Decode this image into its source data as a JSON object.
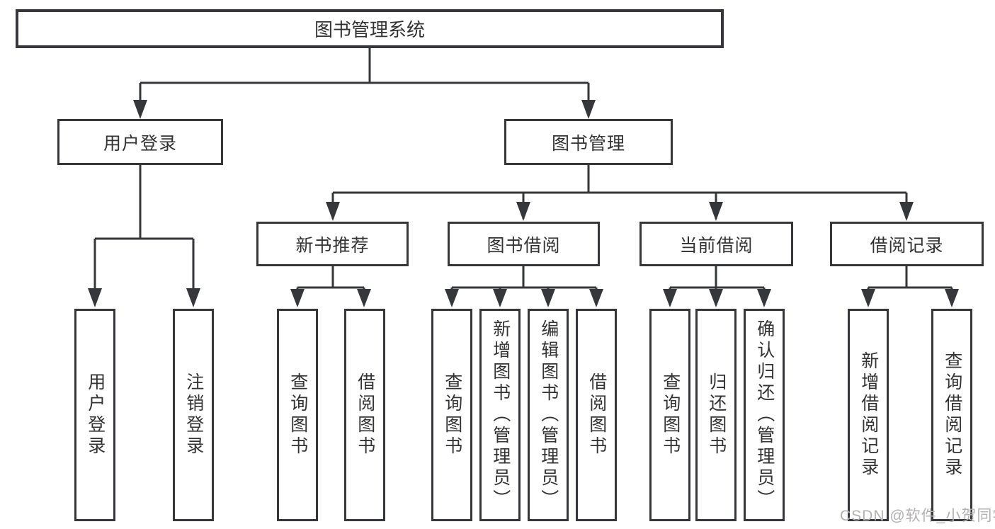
{
  "diagram": {
    "root": {
      "label": "图书管理系统"
    },
    "level2": [
      {
        "label": "用户登录"
      },
      {
        "label": "图书管理"
      }
    ],
    "level3": [
      {
        "label": "新书推荐"
      },
      {
        "label": "图书借阅"
      },
      {
        "label": "当前借阅"
      },
      {
        "label": "借阅记录"
      }
    ],
    "leaves": {
      "user_login": [
        {
          "label": "用户登录"
        },
        {
          "label": "注销登录"
        }
      ],
      "new_books": [
        {
          "label": "查询图书"
        },
        {
          "label": "借阅图书"
        }
      ],
      "book_borrow": [
        {
          "label": "查询图书"
        },
        {
          "label": "新增图书（管理员）"
        },
        {
          "label": "编辑图书（管理员）"
        },
        {
          "label": "借阅图书"
        }
      ],
      "current_borrow": [
        {
          "label": "查询图书"
        },
        {
          "label": "归还图书"
        },
        {
          "label": "确认归还（管理员）"
        }
      ],
      "borrow_records": [
        {
          "label": "新增借阅记录"
        },
        {
          "label": "查询借阅记录"
        }
      ]
    },
    "watermark": "CSDN @软件_小贺同学",
    "colors": {
      "line": "#35373b",
      "border": "#35373b",
      "text": "#333333",
      "watermark": "#b3b0b0",
      "background": "#ffffff"
    }
  }
}
